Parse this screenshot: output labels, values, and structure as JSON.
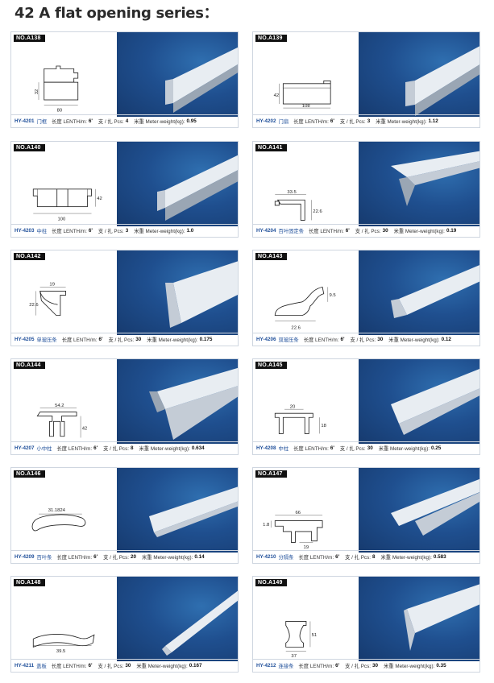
{
  "page": {
    "title": "42 A flat opening series："
  },
  "labels": {
    "length": "长度 LENTH/m:",
    "pcs": "支 / 扎 Pcs:",
    "weight": "米重 Meter-weight(kg):"
  },
  "cards": [
    {
      "no": "NO.A138",
      "model": "HY-4201",
      "cn": "门框",
      "length": "6'",
      "pcs": "4",
      "weight": "0.95",
      "dims": [
        "32",
        "80"
      ]
    },
    {
      "no": "NO.A139",
      "model": "HY-4202",
      "cn": "门扇",
      "length": "6'",
      "pcs": "3",
      "weight": "1.12",
      "dims": [
        "42",
        "108"
      ]
    },
    {
      "no": "NO.A140",
      "model": "HY-4203",
      "cn": "中柱",
      "length": "6'",
      "pcs": "3",
      "weight": "1.0",
      "dims": [
        "42",
        "100"
      ]
    },
    {
      "no": "NO.A141",
      "model": "HY-4204",
      "cn": "百叶固定条",
      "length": "6'",
      "pcs": "30",
      "weight": "0.19",
      "dims": [
        "33.5",
        "22.6"
      ]
    },
    {
      "no": "NO.A142",
      "model": "HY-4205",
      "cn": "单玻压条",
      "length": "6'",
      "pcs": "30",
      "weight": "0.175",
      "dims": [
        "19",
        "22.6"
      ]
    },
    {
      "no": "NO.A143",
      "model": "HY-4206",
      "cn": "双玻压条",
      "length": "6'",
      "pcs": "30",
      "weight": "0.12",
      "dims": [
        "9.5",
        "22.6"
      ]
    },
    {
      "no": "NO.A144",
      "model": "HY-4207",
      "cn": "小中柱",
      "length": "6'",
      "pcs": "8",
      "weight": "0.634",
      "dims": [
        "54.2",
        "42"
      ]
    },
    {
      "no": "NO.A145",
      "model": "HY-4208",
      "cn": "中柱",
      "length": "6'",
      "pcs": "30",
      "weight": "0.25",
      "dims": [
        "20",
        "18"
      ]
    },
    {
      "no": "NO.A146",
      "model": "HY-4209",
      "cn": "百叶条",
      "length": "6'",
      "pcs": "20",
      "weight": "0.14",
      "dims": [
        "31.1824"
      ]
    },
    {
      "no": "NO.A147",
      "model": "HY-4210",
      "cn": "分隔条",
      "length": "6'",
      "pcs": "8",
      "weight": "0.583",
      "dims": [
        "66",
        "1.8",
        "19"
      ]
    },
    {
      "no": "NO.A148",
      "model": "HY-4211",
      "cn": "盖板",
      "length": "6'",
      "pcs": "30",
      "weight": "0.167",
      "dims": [
        "39.5"
      ]
    },
    {
      "no": "NO.A149",
      "model": "HY-4212",
      "cn": "连接条",
      "length": "6'",
      "pcs": "30",
      "weight": "0.35",
      "dims": [
        "37",
        "51"
      ]
    }
  ]
}
